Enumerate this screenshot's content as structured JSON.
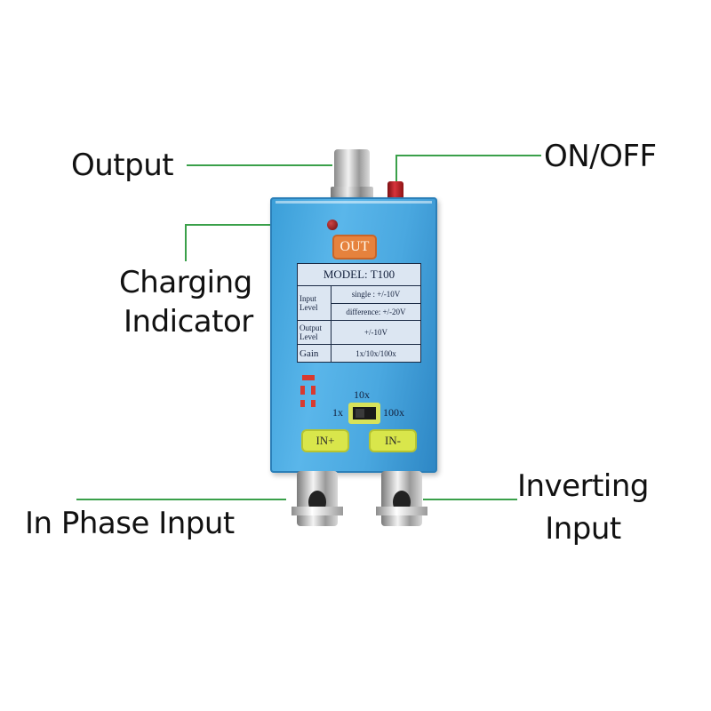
{
  "callouts": {
    "output": "Output",
    "on_off": "ON/OFF",
    "charging_line1": "Charging",
    "charging_line2": "Indicator",
    "in_phase": "In Phase Input",
    "inverting_line1": "Inverting",
    "inverting_line2": "Input"
  },
  "device": {
    "out_button": "OUT",
    "spec": {
      "model": "MODEL: T100",
      "input_label_line1": "Input",
      "input_label_line2": "Level",
      "input_single": "single : +/-10V",
      "input_difference": "difference: +/-20V",
      "output_label_line1": "Output",
      "output_label_line2": "Level",
      "output_value": "+/-10V",
      "gain_label": "Gain",
      "gain_value": "1x/10x/100x"
    },
    "switch": {
      "top": "10x",
      "left": "1x",
      "right": "100x"
    },
    "in_plus": "IN+",
    "in_minus": "IN-"
  },
  "colors": {
    "leader": "#3aa04a",
    "device_body": "#4aa8e0",
    "out_button": "#e6823d",
    "input_buttons": "#d9e64b",
    "power_button": "#d8343b"
  }
}
